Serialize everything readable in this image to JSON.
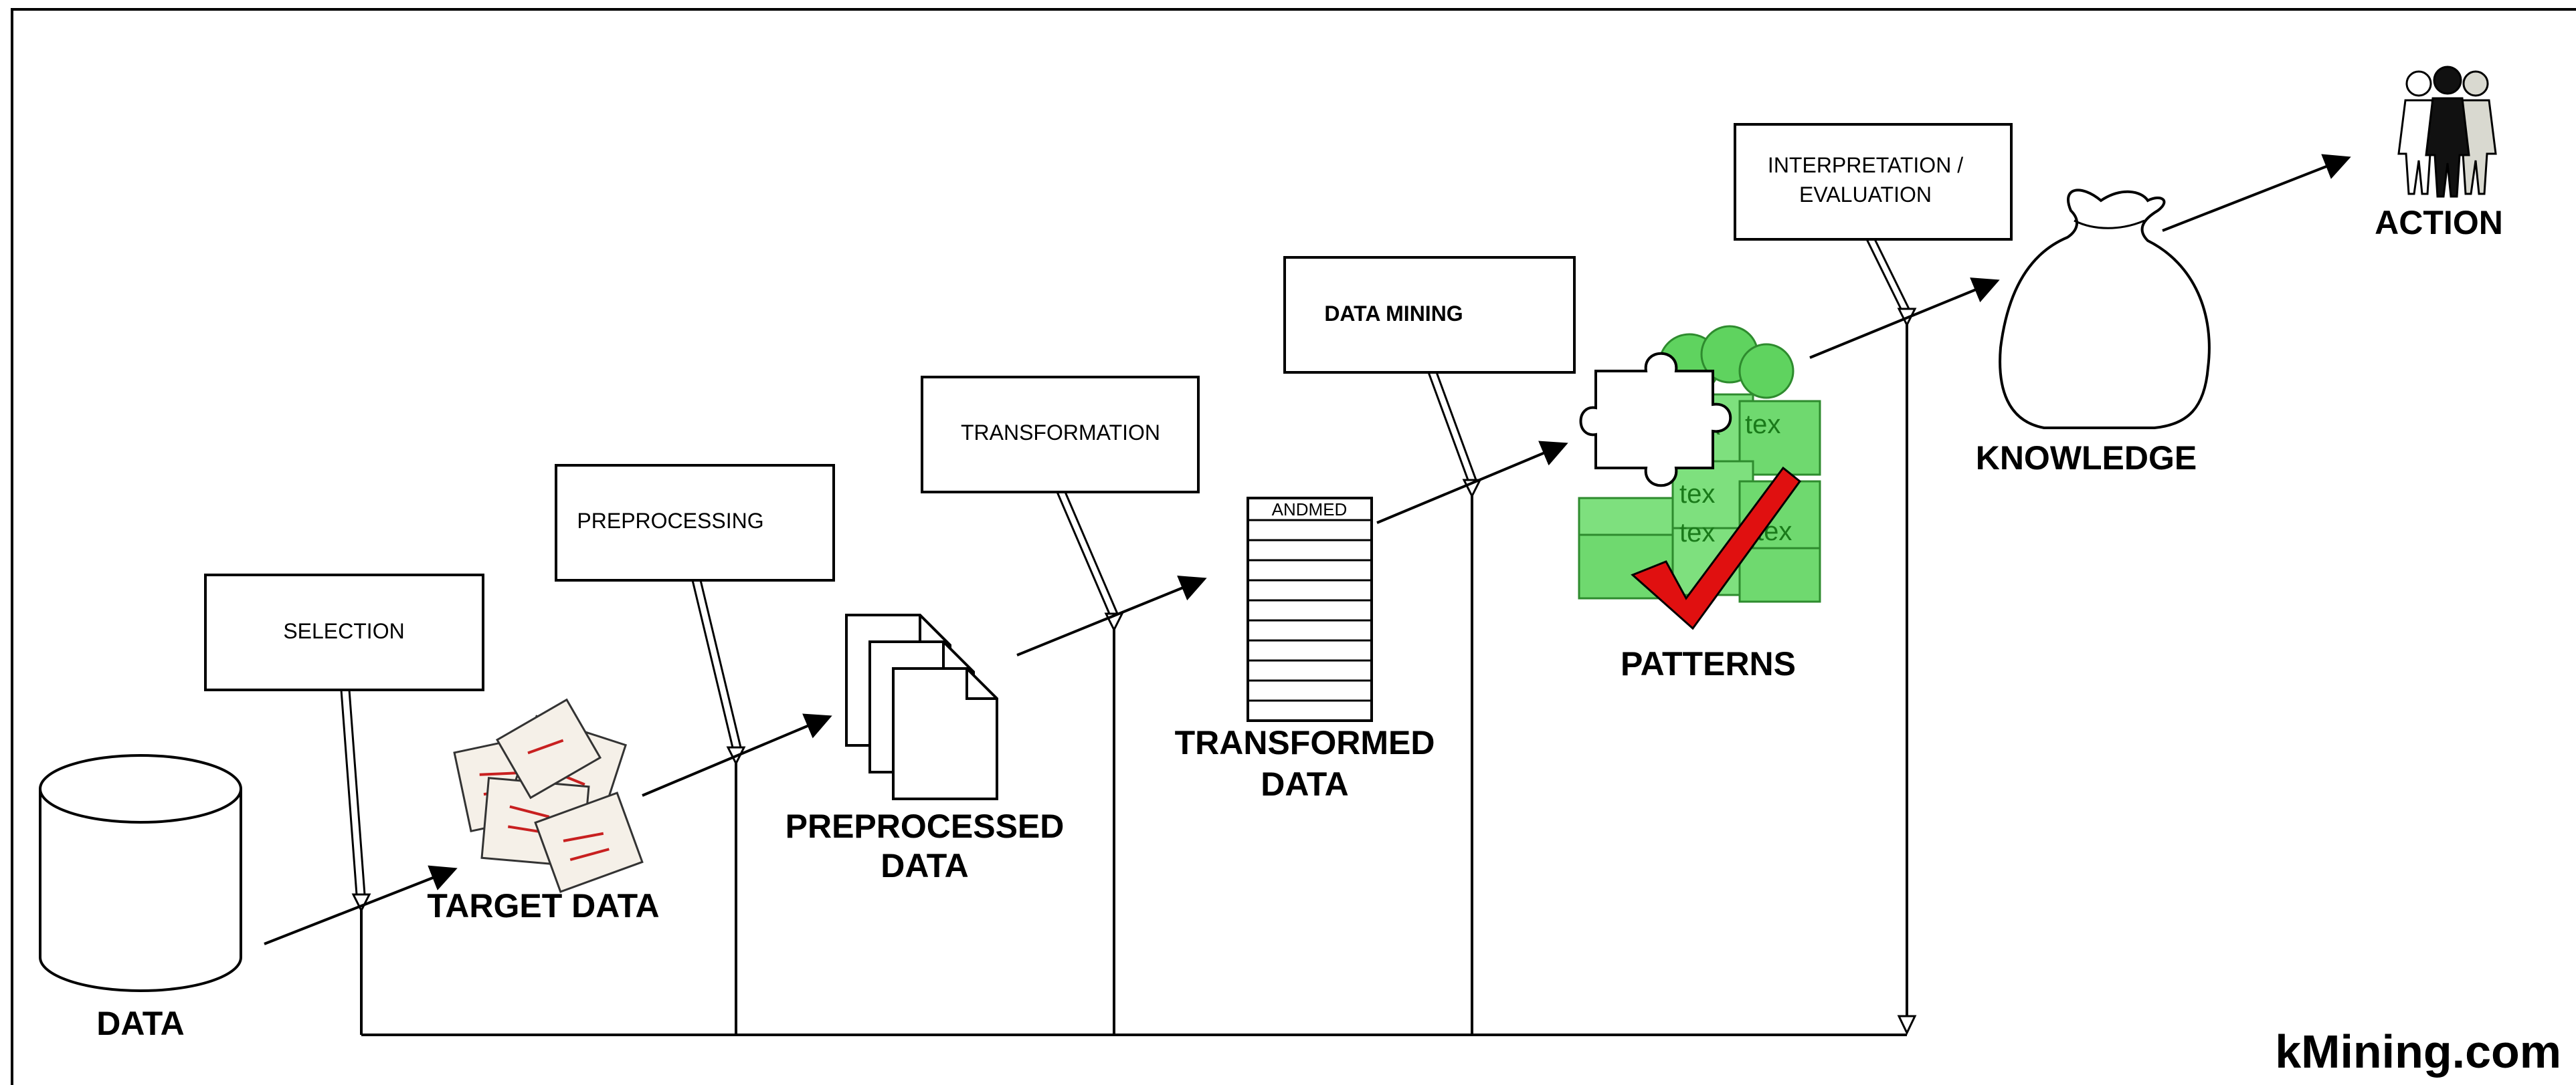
{
  "steps": {
    "selection": "SELECTION",
    "preprocessing": "PREPROCESSING",
    "transformation": "TRANSFORMATION",
    "data_mining": "DATA MINING",
    "interpretation_line1": "INTERPRETATION /",
    "interpretation_line2": "EVALUATION"
  },
  "stages": {
    "data": "DATA",
    "target_data": "TARGET DATA",
    "preprocessed_line1": "PREPROCESSED",
    "preprocessed_line2": "DATA",
    "transformed_line1": "TRANSFORMED",
    "transformed_line2": "DATA",
    "patterns": "PATTERNS",
    "knowledge": "KNOWLEDGE",
    "action": "ACTION"
  },
  "table_header": "ANDMED",
  "pattern_cube_text": "tex",
  "brand": "kMining.com",
  "colors": {
    "accent_green": "#5fd35f",
    "check_red": "#e01010",
    "paper_red": "#c82020"
  },
  "icons": [
    "database-icon",
    "documents-stack-icon",
    "pages-icon",
    "table-icon",
    "puzzle-piece-icon",
    "green-cubes-icon",
    "checkmark-icon",
    "knowledge-bag-icon",
    "people-icon"
  ]
}
